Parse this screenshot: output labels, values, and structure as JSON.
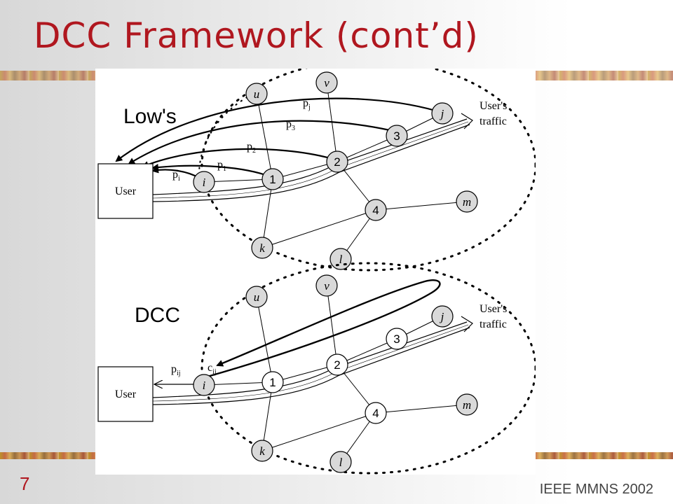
{
  "slide": {
    "title": "DCC Framework (cont’d)",
    "number": "7",
    "footer": "IEEE MMNS 2002",
    "colors": {
      "title": "#b0171f",
      "band": "#c0562a"
    }
  },
  "top_diagram": {
    "label": "Low's",
    "user_label": "User",
    "traffic_label_1": "User's",
    "traffic_label_2": "traffic",
    "price_labels": [
      {
        "base": "p",
        "sub": "j"
      },
      {
        "base": "p",
        "sub": "3"
      },
      {
        "base": "p",
        "sub": "2"
      },
      {
        "base": "p",
        "sub": "1"
      },
      {
        "base": "p",
        "sub": "i"
      }
    ],
    "nodes": {
      "u": "u",
      "v": "v",
      "j": "j",
      "n3": "3",
      "n2": "2",
      "i": "i",
      "n1": "1",
      "n4": "4",
      "m": "m",
      "k": "k",
      "l": "l"
    }
  },
  "bottom_diagram": {
    "label": "DCC",
    "user_label": "User",
    "traffic_label_1": "User's",
    "traffic_label_2": "traffic",
    "price_label": {
      "base": "p",
      "sub": "ij"
    },
    "cost_label": {
      "base": "c",
      "sub": "ij"
    },
    "nodes": {
      "u": "u",
      "v": "v",
      "j": "j",
      "n3": "3",
      "n2": "2",
      "i": "i",
      "n1": "1",
      "n4": "4",
      "m": "m",
      "k": "k",
      "l": "l"
    }
  }
}
